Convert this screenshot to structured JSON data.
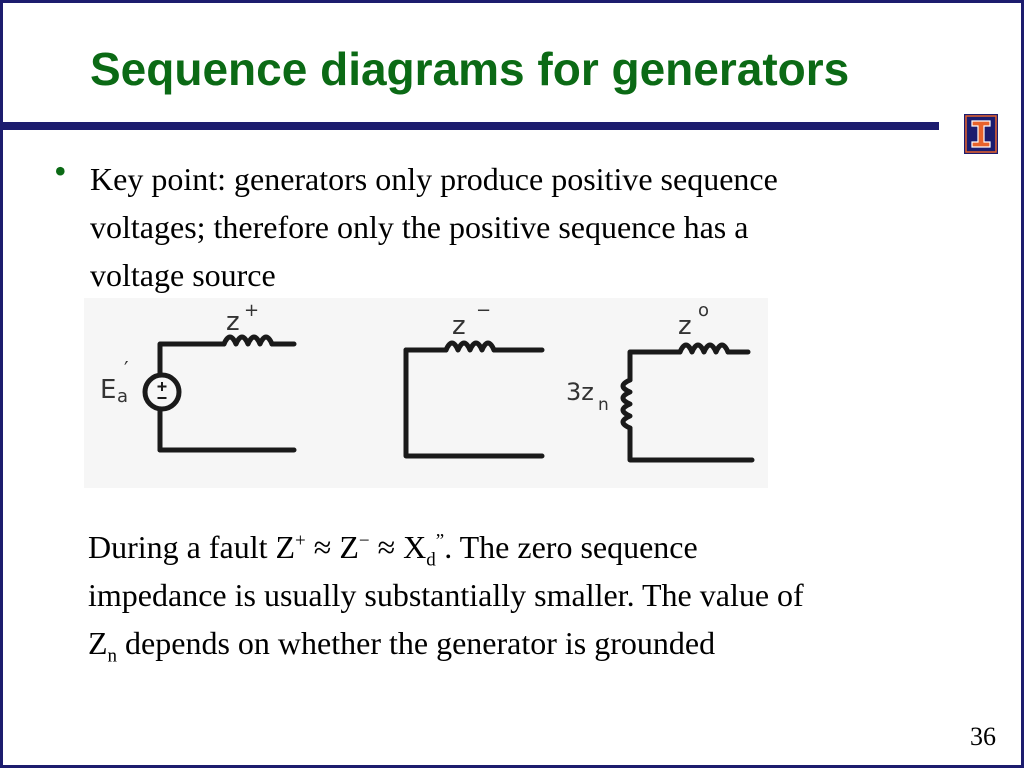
{
  "title": "Sequence diagrams for generators",
  "bullet": "Key point: generators only produce positive sequence voltages; therefore only the positive sequence has a voltage source",
  "diagram": {
    "positive_label": "z",
    "positive_sup": "+",
    "negative_label": "z",
    "negative_sup": "−",
    "zero_label": "z",
    "zero_sup": "o",
    "source_label": "E",
    "source_sub": "a",
    "source_prime": "′",
    "neutral_label": "3z",
    "neutral_sub": "n"
  },
  "note": {
    "part1": "During a fault Z",
    "zplus_sup": "+",
    "approx1": " ≈ Z",
    "zminus_sup": "−",
    "approx2": " ≈ X",
    "xd_sub": "d",
    "xd_sup": "”",
    "part2": ".  The zero sequence impedance is usually substantially smaller.  The value of Z",
    "zn_sub": "n",
    "part3": " depends on whether the generator is grounded"
  },
  "slide_number": "36",
  "colors": {
    "title": "#0b6a15",
    "rule": "#1c1c6e",
    "logo_bg": "#1c1c6e",
    "logo_fg": "#e8632b"
  },
  "icons": {
    "logo": "university-block-i-logo"
  }
}
